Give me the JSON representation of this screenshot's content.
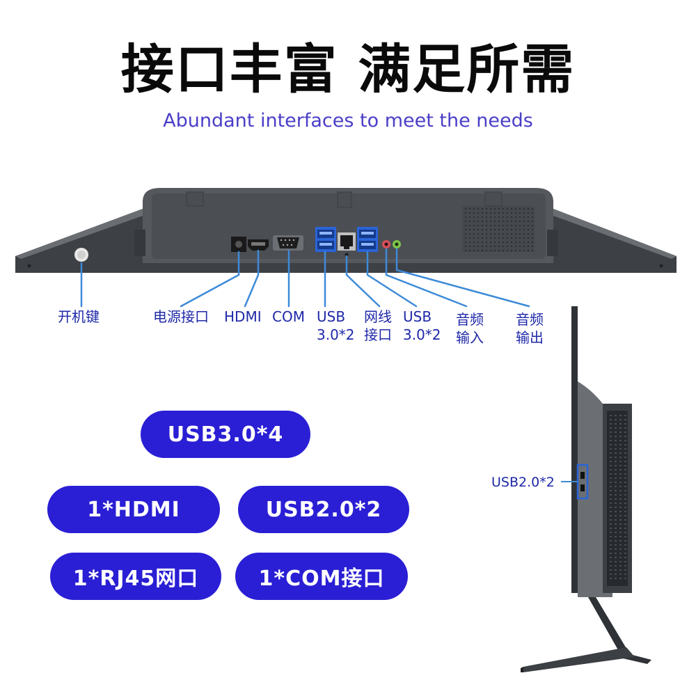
{
  "header": {
    "title": "接口丰富 满足所需",
    "subtitle": "Abundant interfaces to meet the needs"
  },
  "port_labels": {
    "power_button": "开机键",
    "power_port": "电源接口",
    "hdmi": "HDMI",
    "com": "COM",
    "usb_left_1": "USB",
    "usb_left_2": "3.0*2",
    "lan_1": "网线",
    "lan_2": "接口",
    "usb_right_1": "USB",
    "usb_right_2": "3.0*2",
    "audio_in_1": "音频",
    "audio_in_2": "输入",
    "audio_out_1": "音频",
    "audio_out_2": "输出",
    "side_usb": "USB2.0*2"
  },
  "features": {
    "usb3": "USB3.0*4",
    "hdmi": "1*HDMI",
    "usb2": "USB2.0*2",
    "rj45": "1*RJ45网口",
    "com": "1*COM接口"
  },
  "colors": {
    "title": "#0a0a0a",
    "subtitle": "#4a3ec8",
    "label": "#1e28a8",
    "pill": "#2a1fd4",
    "device": "#4f5257"
  }
}
